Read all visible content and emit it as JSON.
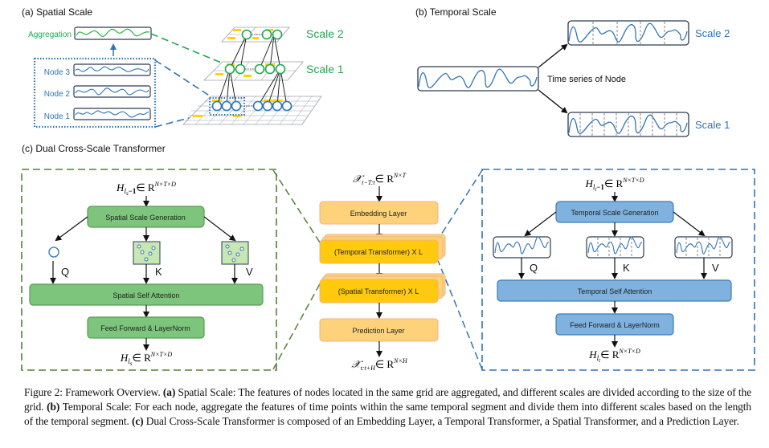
{
  "panel_a": {
    "title": "(a) Spatial Scale",
    "aggregation_label": "Aggregation",
    "nodes": [
      "Node 3",
      "Node 2",
      "Node 1"
    ],
    "scale_labels": [
      "Scale 2",
      "Scale 1"
    ]
  },
  "panel_b": {
    "title": "(b) Temporal Scale",
    "source_label": "Time series of Node",
    "scale_labels": [
      "Scale 2",
      "Scale 1"
    ]
  },
  "panel_c": {
    "title": "(c) Dual Cross-Scale Transformer",
    "spatial_block": {
      "input": "H",
      "input_sub": "l",
      "input_subsub": "s",
      "input_suffix": "−1",
      "input_set": "∈ R",
      "input_sup": "N×T×D",
      "generation": "Spatial Scale Generation",
      "q": "Q",
      "k": "K",
      "v": "V",
      "attention": "Spatial Self Attention",
      "ffn": "Feed Forward & LayerNorm",
      "output": "H",
      "output_sub": "l",
      "output_subsub": "s",
      "output_set": "∈ R",
      "output_sup": "N×T×D"
    },
    "pipeline": {
      "input_sym": "𝒳",
      "input_sub": "t−T:t",
      "input_set": "∈ R",
      "input_sup": "N×T",
      "layers": [
        "Embedding Layer",
        "(Temporal Transformer) X L",
        "(Spatial Transformer) X L",
        "Prediction Layer"
      ],
      "output_sym": "𝒳",
      "output_sub": "t:t+H",
      "output_set": "∈ R",
      "output_sup": "N×H"
    },
    "temporal_block": {
      "input": "H",
      "input_sub": "l",
      "input_subsub": "t",
      "input_suffix": "−1",
      "input_set": "∈ R",
      "input_sup": "N×T×D",
      "generation": "Temporal Scale Generation",
      "q": "Q",
      "k": "K",
      "v": "V",
      "attention": "Temporal Self Attention",
      "ffn": "Feed Forward & LayerNorm",
      "output": "H",
      "output_sub": "l",
      "output_subsub": "t",
      "output_set": "∈ R",
      "output_sup": "N×T×D"
    }
  },
  "caption": {
    "prefix": "Figure 2: Framework Overview. ",
    "a_tag": "(a)",
    "a_text": " Spatial Scale: The features of nodes located in the same grid are aggregated, and different scales are divided according to the size of the grid. ",
    "b_tag": "(b)",
    "b_text": " Temporal Scale: For each node, aggregate the features of time points within the same temporal segment and divide them into different scales based on the length of the temporal segment. ",
    "c_tag": "(c)",
    "c_text": " Dual Cross-Scale Transformer is composed of an Embedding Layer, a Temporal Transformer, a Spatial Transformer, and a Prediction Layer."
  },
  "colors": {
    "green_text": "#1fa84f",
    "blue_text": "#2e75b6",
    "green_box": "#7dc57c",
    "green_border": "#5a9e52",
    "blue_box": "#7fb2de",
    "blue_border": "#3e7db8",
    "orange_box": "#fdd27a",
    "yellow_box": "#ffc90e",
    "dash_green": "#538135",
    "dash_blue": "#2e75b6"
  }
}
